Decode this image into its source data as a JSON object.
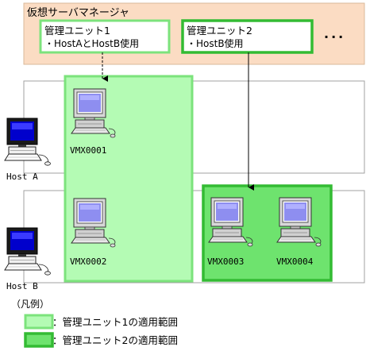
{
  "manager": {
    "title": "仮想サーバマネージャ",
    "ellipsis": "..."
  },
  "management_units": [
    {
      "name": "管理ユニット1",
      "detail": "・HostAとHostB使用"
    },
    {
      "name": "管理ユニット2",
      "detail": "・HostB使用"
    }
  ],
  "hosts": [
    {
      "label": "Host A"
    },
    {
      "label": "Host B"
    }
  ],
  "vms": [
    {
      "label": "VMX0001"
    },
    {
      "label": "VMX0002"
    },
    {
      "label": "VMX0003"
    },
    {
      "label": "VMX0004"
    }
  ],
  "legend": {
    "title": "（凡例）",
    "items": [
      {
        "label": "：管理ユニット1の適用範囲",
        "color": "#b4fbb4",
        "border": "#7ce37c"
      },
      {
        "label": "：管理ユニット2の適用範囲",
        "color": "#6ee36e",
        "border": "#33bb33"
      }
    ]
  },
  "colors": {
    "manager_bg": "#fbdcc3",
    "unit1_fill": "#b4fbb4",
    "unit1_border": "#7ce37c",
    "unit2_fill": "#6ee36e",
    "unit2_border": "#33bb33",
    "host_row_border": "#a0a0a0"
  }
}
